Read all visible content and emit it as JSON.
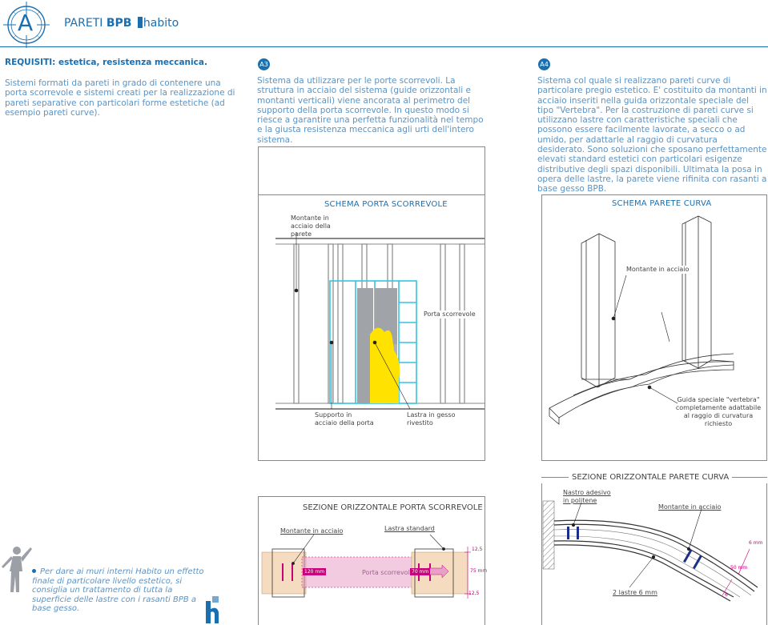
{
  "header": {
    "letter": "A",
    "title_prefix": "PARETI ",
    "title_bold": "BPB",
    "brand": "habito"
  },
  "requisiti": {
    "title": "REQUISITI: estetica, resistenza meccanica.",
    "text": "Sistemi formati da pareti in grado di contenere una porta scorrevole e sistemi creati per la realizzazione di pareti separative con particolari forme estetiche (ad esempio pareti curve)."
  },
  "a3": {
    "badge": "A3",
    "text": "Sistema da utilizzare per le porte scorrevoli. La struttura in acciaio del sistema (guide orizzontali e montanti verticali) viene ancorata al perimetro del supporto della porta scorrevole. In questo modo si riesce a garantire una perfetta funzionalità nel tempo e la giusta resistenza meccanica agli urti dell'intero sistema."
  },
  "a4": {
    "badge": "A4",
    "text": "Sistema col quale si realizzano pareti curve di particolare pregio estetico. E' costituito da montanti in acciaio inseriti nella guida orizzontale speciale del tipo \"Vertebra\". Per la costruzione di pareti curve si utilizzano lastre con caratteristiche speciali che possono essere facilmente lavorate, a secco o ad umido, per adattarle al raggio di curvatura desiderato. Sono soluzioni che sposano perfettamente elevati standard estetici con particolari esigenze distributive degli spazi disponibili. Ultimata la posa in opera delle lastre, la parete viene rifinita con rasanti a base gesso BPB."
  },
  "schema_porta": {
    "title": "SCHEMA PORTA SCORREVOLE",
    "label_montante": "Montante in acciaio della parete",
    "label_supporto": "Supporto in acciaio della porta",
    "label_lastra": "Lastra in gesso rivestito"
  },
  "schema_curva": {
    "title": "SCHEMA PARETE CURVA",
    "label_montante": "Montante in acciaio",
    "label_porta": "Porta scorrevole",
    "label_guida": "Guida speciale \"vertebra\" completamente adattabile al raggio di curvatura richiesto"
  },
  "sezione_porta": {
    "title": "SEZIONE ORIZZONTALE PORTA SCORREVOLE",
    "label_montante": "Montante in acciaio",
    "label_lastra": "Lastra standard",
    "label_porta": "Porta scorrevole",
    "dim_120": "120 mm",
    "dim_70": "70 mm",
    "dim_75": "75 mm",
    "dim_125a": "12,5",
    "dim_125b": "12,5"
  },
  "sezione_curva": {
    "title": "SEZIONE ORIZZONTALE PARETE CURVA",
    "label_nastro": "Nastro adesivo in politene",
    "label_montante": "Montante in acciaio",
    "label_lastre": "2 lastre 6 mm",
    "dim_6a": "6 mm",
    "dim_50": "50 mm",
    "dim_6b": "6"
  },
  "note": {
    "text": "Per dare ai muri interni Habito un effetto finale di particolare livello estetico, si consiglia un trattamento di tutta la superficie delle lastre con i rasanti BPB a base gesso."
  },
  "colors": {
    "accent": "#1a6fb0",
    "cyan": "#33c4e0",
    "yellow": "#ffe200",
    "pink": "#e8a0c8",
    "magenta": "#c8007a",
    "steel": "#1a2e8a",
    "gray": "#a0a4a8"
  }
}
